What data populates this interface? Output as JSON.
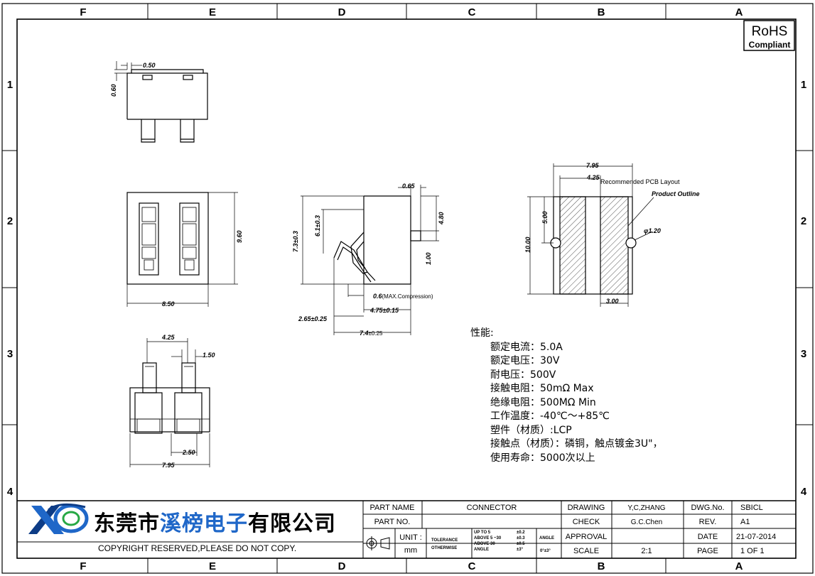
{
  "border": {
    "columns": [
      "F",
      "E",
      "D",
      "C",
      "B",
      "A"
    ],
    "rows": [
      "1",
      "2",
      "3",
      "4"
    ]
  },
  "rohs": {
    "line1": "RoHS",
    "line2": "Compliant"
  },
  "dims": {
    "top_width": "0.50",
    "top_height": "0.60",
    "front_height": "9.60",
    "front_width": "8.50",
    "bottom_pitch": "4.25",
    "bottom_pin": "1.50",
    "bottom_gap": "2.50",
    "bottom_width": "7.95",
    "side_65": "0.65",
    "side_73": "7.3±0.3",
    "side_61": "6.1±0.3",
    "side_480": "4.80",
    "side_100": "1.00",
    "side_06": "0.6",
    "side_06_note": "(MAX.Compression)",
    "side_475": "4.75±0.15",
    "side_265": "2.65±0.25",
    "side_74": "7.4",
    "side_74_tol": "±0.25",
    "pcb_795": "7.95",
    "pcb_425": "4.25",
    "pcb_title": "Recommended PCB Layout",
    "pcb_outline": "Product Outline",
    "pcb_500": "5.00",
    "pcb_1000": "10.00",
    "pcb_phi": "φ1.20",
    "pcb_300": "3.00"
  },
  "spec": {
    "heading": "性能:",
    "items": [
      "额定电流：5.0A",
      "额定电压：30V",
      "耐电压：500V",
      "接触电阻：50mΩ  Max",
      "绝缘电阻：500MΩ  Min",
      "工作温度：-40℃～+85℃",
      "塑件（材质）:LCP",
      "接触点（材质）：磷铜，触点镀金3U\"，",
      "使用寿命：5000次以上"
    ]
  },
  "company": {
    "part1": "东莞市",
    "part2": "溪榜电子",
    "part3": "有限公司"
  },
  "copyright": "COPYRIGHT  RESERVED,PLEASE  DO  NOT  COPY.",
  "title_block": {
    "part_name_label": "PART  NAME",
    "part_name": "CONNECTOR",
    "part_no_label": "PART  NO.",
    "unit_label": "UNIT :",
    "unit": "mm",
    "tolerance": "TOLERANCE",
    "otherwise": "OTHERWISE",
    "tol_rows": [
      {
        "range": "UP TO 5",
        "val": "±0.2"
      },
      {
        "range": "ABOVE 5 ~30",
        "val": "±0.3"
      },
      {
        "range": "ABOVE 30",
        "val": "±0.5"
      },
      {
        "range": "ANGLE",
        "val": "±3°"
      }
    ],
    "angle_label": "ANGLE",
    "angle_val": "0°±3°",
    "drawing_label": "DRAWING",
    "drawing": "Y,C,ZHANG",
    "check_label": "CHECK",
    "check": "G.C.Chen",
    "approval_label": "APPROVAL",
    "scale_label": "SCALE",
    "scale": "2:1",
    "dwg_label": "DWG.No.",
    "dwg": "SBICL",
    "rev_label": "REV.",
    "rev": "A1",
    "date_label": "DATE",
    "date": "21-07-2014",
    "page_label": "PAGE",
    "page": "1  OF  1"
  },
  "colors": {
    "ink": "#000000",
    "logo_blue": "#1f67c8",
    "logo_dark": "#0d3c86",
    "logo_green": "#27a844"
  }
}
